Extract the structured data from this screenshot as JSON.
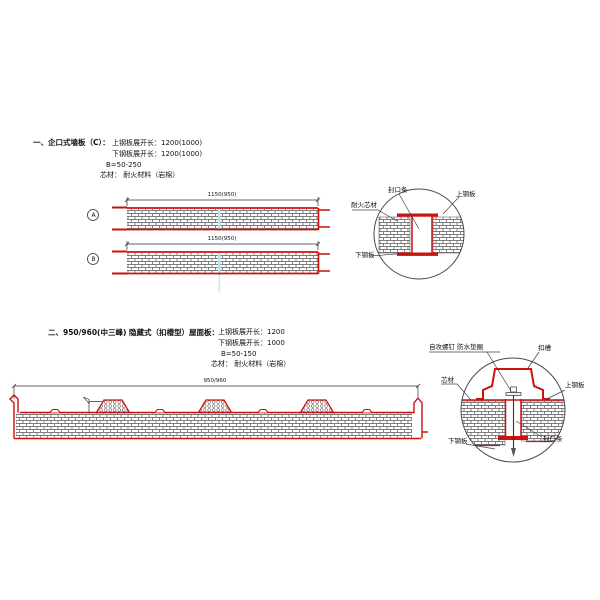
{
  "colors": {
    "steel_red": "#cc1111",
    "line_black": "#333333",
    "hatch_gray": "#555555",
    "joint_cyan": "#bfe4e8"
  },
  "s1": {
    "title": "一、企口式墙板（C）：",
    "specs": [
      "上钢板展开长：1200(1000)",
      "下钢板展开长：1200(1000)",
      "B=50-250",
      "芯材：  耐火材料（岩棉）"
    ],
    "panelA": {
      "marker": "A",
      "dim": "1150(950)"
    },
    "panelB": {
      "marker": "B",
      "dim": "1150(950)"
    },
    "detail": {
      "seal": "封口条",
      "top_plate": "上钢板",
      "core": "耐火芯材",
      "bottom_plate": "下钢板"
    }
  },
  "s2": {
    "title": "二、950/960(中三峰) 隐藏式（扣槽型）屋面板：",
    "specs": [
      "上钢板展开长：1200",
      "下钢板展开长：1000",
      "B=50-150",
      "芯材：  耐火材料（岩棉）"
    ],
    "roof": {
      "dim": "950/960"
    },
    "detail": {
      "screw": "自攻螺钉 防水垫圈",
      "cap": "扣槽",
      "top_plate": "上钢板",
      "core": "芯材",
      "bottom_plate": "下钢板",
      "seal": "封口条"
    }
  }
}
